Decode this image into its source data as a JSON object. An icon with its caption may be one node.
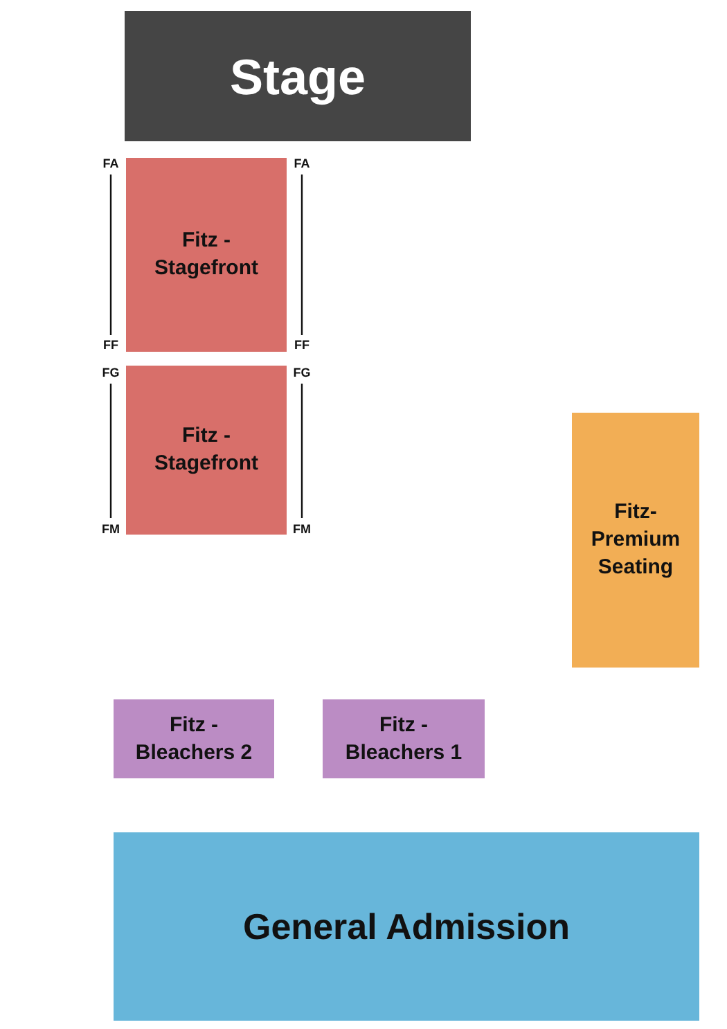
{
  "diagram": {
    "nodes": [
      {
        "text": [
          "Stage"
        ]
      },
      {
        "text": [
          "Fitz - Stagefront"
        ]
      },
      {
        "text": [
          "Fitz - Stagefront"
        ]
      },
      {
        "text": [
          "Fitz- Premium Seating"
        ]
      },
      {
        "text": [
          "Fitz - Bleachers 2"
        ]
      },
      {
        "text": [
          "Fitz - Bleachers 1"
        ]
      },
      {
        "text": [
          "General Admission"
        ]
      }
    ],
    "edges": [],
    "labels": [
      "FA",
      "FA",
      "FF",
      "FF",
      "FG",
      "FG",
      "FM",
      "FM"
    ]
  }
}
